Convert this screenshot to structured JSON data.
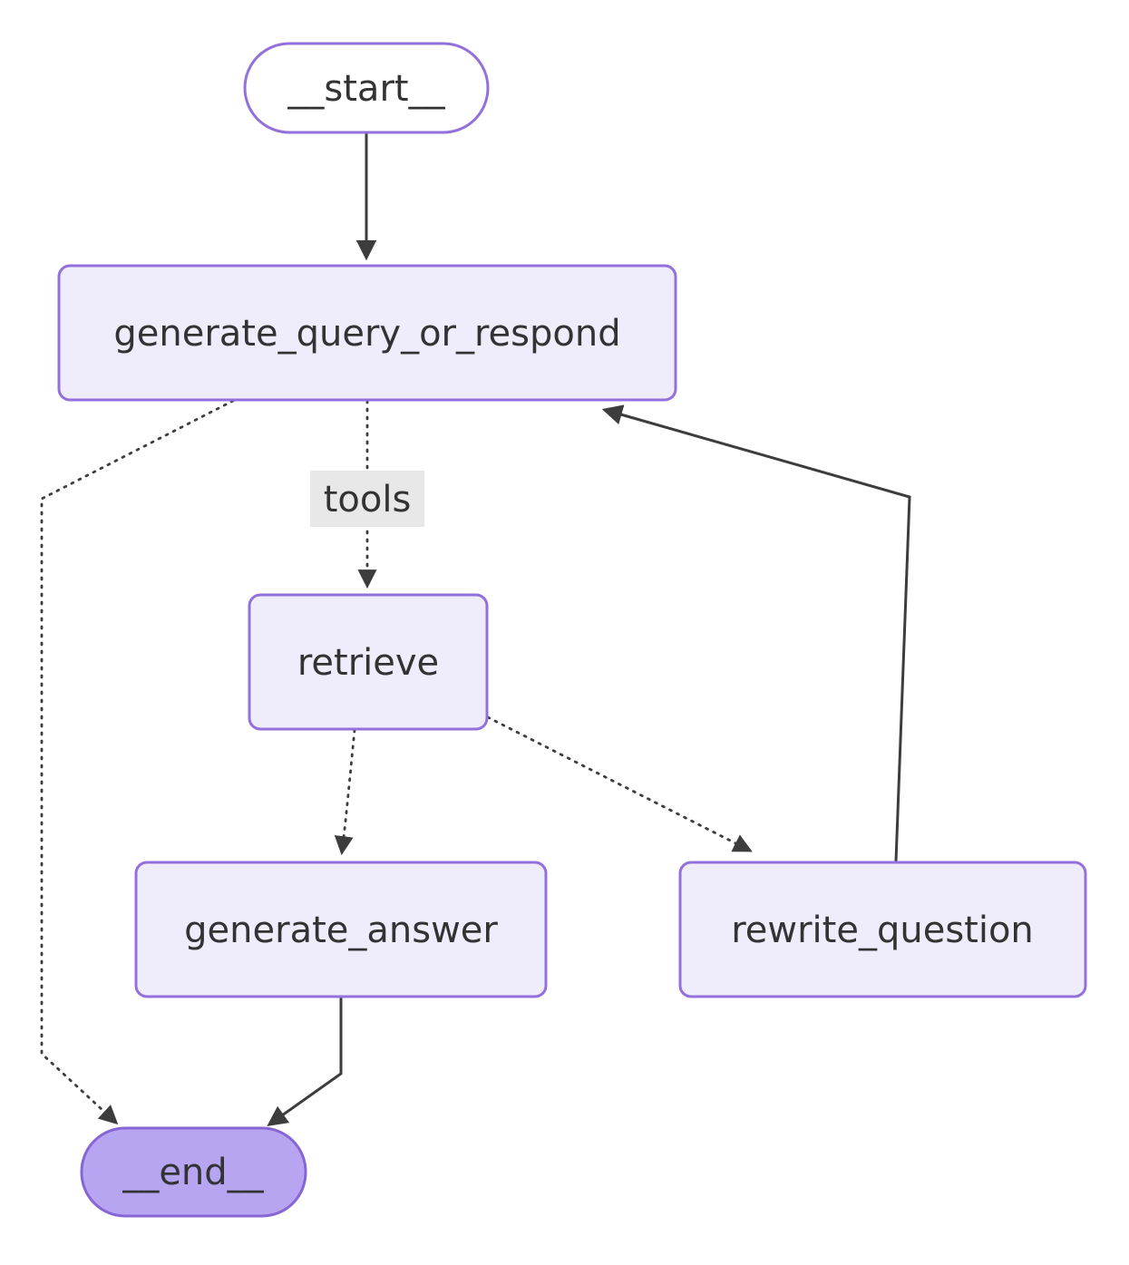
{
  "diagram": {
    "type": "flowchart",
    "direction": "top-down",
    "nodes": {
      "start": {
        "label": "__start__",
        "shape": "stadium",
        "fill": "#ffffff"
      },
      "generate_query_or_respond": {
        "label": "generate_query_or_respond",
        "shape": "rect",
        "fill": "#efecfc"
      },
      "retrieve": {
        "label": "retrieve",
        "shape": "rect",
        "fill": "#efecfc"
      },
      "generate_answer": {
        "label": "generate_answer",
        "shape": "rect",
        "fill": "#efecfc"
      },
      "rewrite_question": {
        "label": "rewrite_question",
        "shape": "rect",
        "fill": "#efecfc"
      },
      "end": {
        "label": "__end__",
        "shape": "stadium",
        "fill": "#b8a5f2"
      }
    },
    "edges": [
      {
        "from": "__start__",
        "to": "generate_query_or_respond",
        "style": "solid",
        "label": ""
      },
      {
        "from": "generate_query_or_respond",
        "to": "retrieve",
        "style": "dotted",
        "label": "tools"
      },
      {
        "from": "generate_query_or_respond",
        "to": "__end__",
        "style": "dotted",
        "label": ""
      },
      {
        "from": "retrieve",
        "to": "generate_answer",
        "style": "dotted",
        "label": ""
      },
      {
        "from": "retrieve",
        "to": "rewrite_question",
        "style": "dotted",
        "label": ""
      },
      {
        "from": "rewrite_question",
        "to": "generate_query_or_respond",
        "style": "solid",
        "label": ""
      },
      {
        "from": "generate_answer",
        "to": "__end__",
        "style": "solid",
        "label": ""
      }
    ],
    "edge_labels": {
      "tools": "tools"
    },
    "colors": {
      "node_border": "#9370db",
      "end_node_border": "#8566d4",
      "edge": "#3d3d3d",
      "text": "#333333",
      "edge_label_bg": "#e8e8e8"
    }
  }
}
